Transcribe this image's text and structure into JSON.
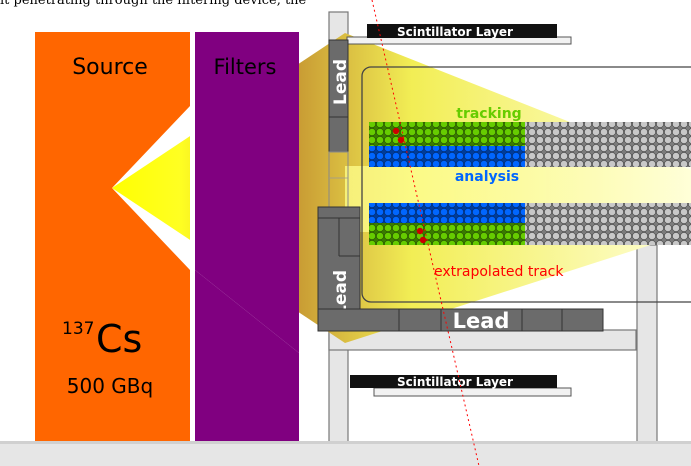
{
  "caption_fragment": "it penetrating through the filtering device, the",
  "labels": {
    "source": "Source",
    "filters": "Filters",
    "isotope_mass": "137",
    "isotope_symbol": "Cs",
    "activity": "500 GBq",
    "lead_top": "Lead",
    "lead_mid": "Lead",
    "lead_bottom": "Lead",
    "scintillator_top": "Scintillator Layer",
    "scintillator_bottom": "Scintillator Layer",
    "tracking": "tracking",
    "analysis": "analysis",
    "extrapolated_track": "extrapolated track"
  },
  "colors": {
    "source": "#ff6600",
    "filters": "#800080",
    "beam": "#ffff00",
    "lead": "#666666",
    "tracking": "#66cc00",
    "analysis": "#0066ff",
    "inactive": "#c0c0c0",
    "track": "#ff0000"
  }
}
